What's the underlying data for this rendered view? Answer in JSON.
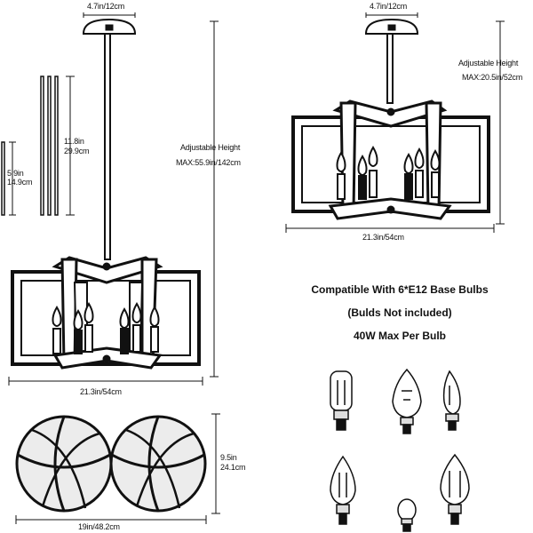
{
  "left_fixture": {
    "canopy_width": "4.7in/12cm",
    "height_line1": "Adjustable Height",
    "height_line2": "MAX:55.9in/142cm",
    "width": "21.3in/54cm"
  },
  "rod_lengths": {
    "long_line1": "11.8in",
    "long_line2": "29.9cm",
    "short_line1": "5.9in",
    "short_line2": "14.9cm"
  },
  "right_fixture": {
    "canopy_width": "4.7in/12cm",
    "height_line1": "Adjustable Height",
    "height_line2": "MAX:20.5in/52cm",
    "width": "21.3in/54cm"
  },
  "basketball_compare": {
    "height_line1": "9.5in",
    "height_line2": "24.1cm",
    "width": "19in/48.2cm"
  },
  "bulb_info": {
    "line1": "Compatible With 6*E12 Base Bulbs",
    "line2": "(Bulds Not included)",
    "line3": "40W Max Per Bulb"
  },
  "bulb_icons": [
    "tubular-bulb-icon",
    "flame-tip-bulb-icon",
    "flame-filament-bulb-icon",
    "candle-bulb-icon",
    "small-globe-bulb-icon",
    "candle-led-bulb-icon"
  ]
}
